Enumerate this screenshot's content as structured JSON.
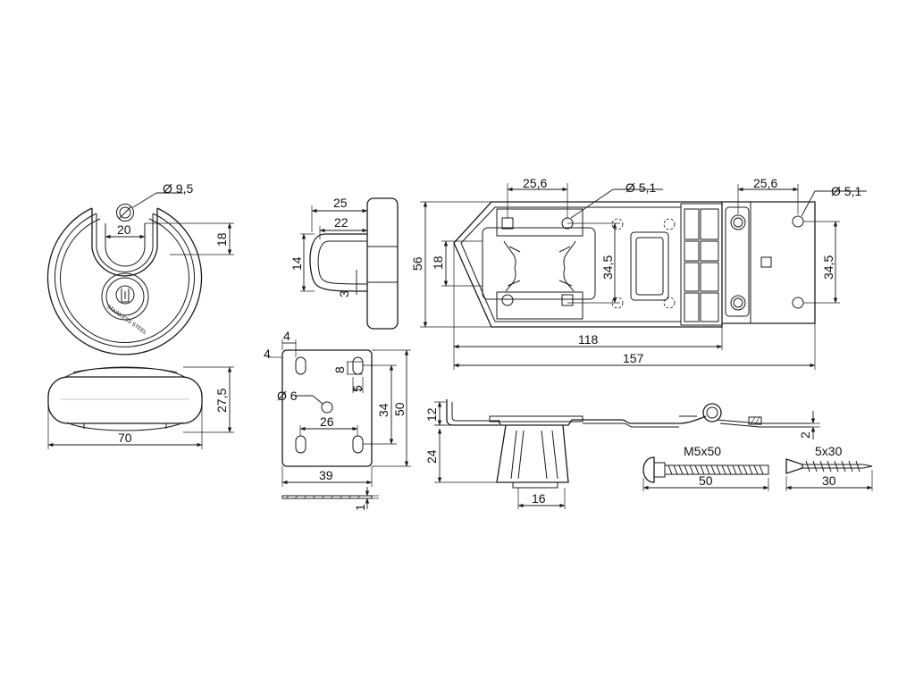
{
  "diagram": {
    "padlock": {
      "dims": {
        "hole_dia": "Ø 9,5",
        "shackle_gap": "20",
        "shackle_depth": "18",
        "side_height": "27,5",
        "side_width": "70"
      },
      "body_marking": "STAINLESS STEEL"
    },
    "shackle_view": {
      "dims": {
        "outer": "25",
        "inner": "22",
        "height": "14",
        "thickness": "3"
      }
    },
    "staple_plate": {
      "dims": {
        "slot_offset_top": "4",
        "slot_offset_left": "4",
        "slot_len": "8",
        "slot_w": "5",
        "hole_dia": "Ø 6",
        "hole_spacing": "26",
        "slot_span": "34",
        "plate_h": "50",
        "plate_w": "39",
        "thickness": "1"
      }
    },
    "hasp_front": {
      "dims": {
        "holes_x_left": "25,6",
        "hole_dia_left": "Ø 5,1",
        "holes_x_right": "25,6",
        "hole_dia_right": "Ø 5,1",
        "holes_y_left": "34,5",
        "holes_y_right": "34,5",
        "height": "56",
        "inner_height": "18",
        "len_118": "118",
        "len_157": "157"
      }
    },
    "hasp_side": {
      "dims": {
        "flange_h": "12",
        "body_h": "24",
        "body_w": "16",
        "thickness": "2"
      }
    },
    "screws": [
      {
        "name": "M5x50",
        "length": "50"
      },
      {
        "name": "5x30",
        "length": "30"
      }
    ]
  }
}
